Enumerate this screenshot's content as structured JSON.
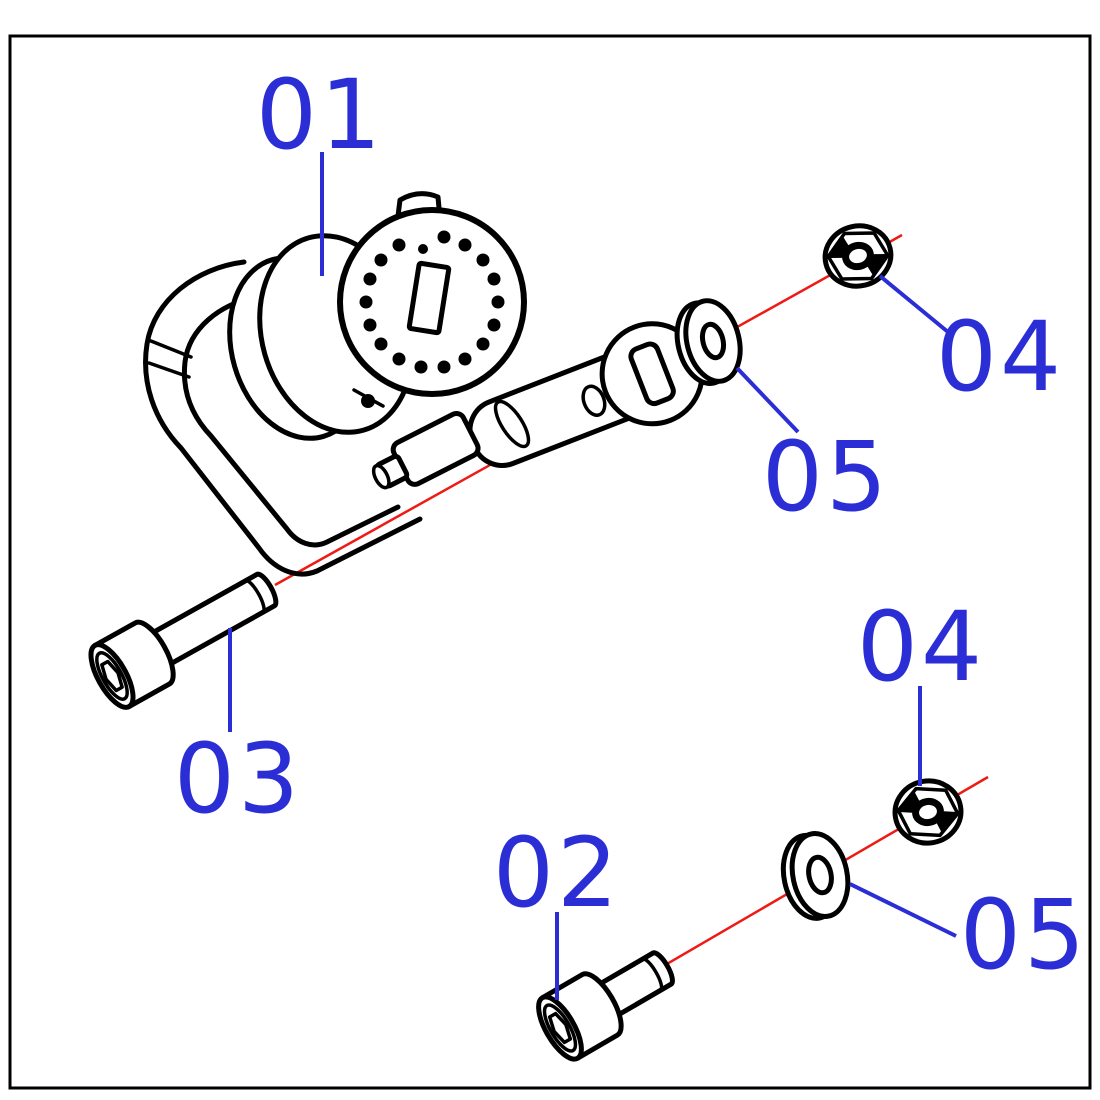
{
  "diagram": {
    "type": "exploded-parts-diagram",
    "background_color": "#ffffff",
    "colors": {
      "callout": "#2a2ed4",
      "axis_line": "#ee1b14",
      "part_line": "#000000",
      "border": "#000000"
    },
    "callouts": [
      {
        "label": "01",
        "part": "indicator-gauge-assembly"
      },
      {
        "label": "02",
        "part": "socket-head-screw-short"
      },
      {
        "label": "03",
        "part": "socket-head-screw-long"
      },
      {
        "label": "04",
        "part": "flange-nut-top"
      },
      {
        "label": "05",
        "part": "washer-top"
      },
      {
        "label": "04",
        "part": "flange-nut-bottom"
      },
      {
        "label": "05",
        "part": "washer-bottom"
      }
    ]
  }
}
